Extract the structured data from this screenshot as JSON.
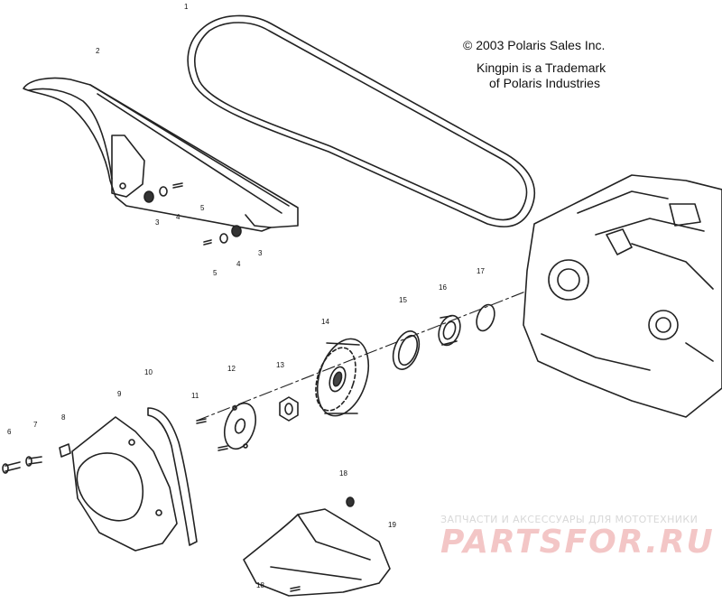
{
  "copyright": "© 2003 Polaris Sales Inc.",
  "trademark_line1": "Kingpin is a Trademark",
  "trademark_line2": "of Polaris Industries",
  "watermark_tagline": "ЗАПЧАСТИ И АКСЕССУАРЫ ДЛЯ МОТОТЕХНИКИ",
  "watermark_brand": "PARTSFOR.RU",
  "callouts": {
    "belt": "1",
    "belt_guard": "2",
    "washer_small_upper": "3",
    "lock_washer_upper": "4",
    "screw_upper": "5",
    "screw_lower": "5",
    "lock_washer_lower": "4",
    "washer_small_lower": "3",
    "bolt_left": "6",
    "bolt_mid": "7",
    "nut_left": "8",
    "cover": "9",
    "gasket": "10",
    "screw_plate": "11",
    "retainer_plate": "12",
    "nut_hex": "13",
    "sprocket": "14",
    "seal_ring": "15",
    "bearing": "16",
    "o_ring": "17",
    "nut_top": "18",
    "bracket": "19",
    "bolt_bottom": "18"
  }
}
